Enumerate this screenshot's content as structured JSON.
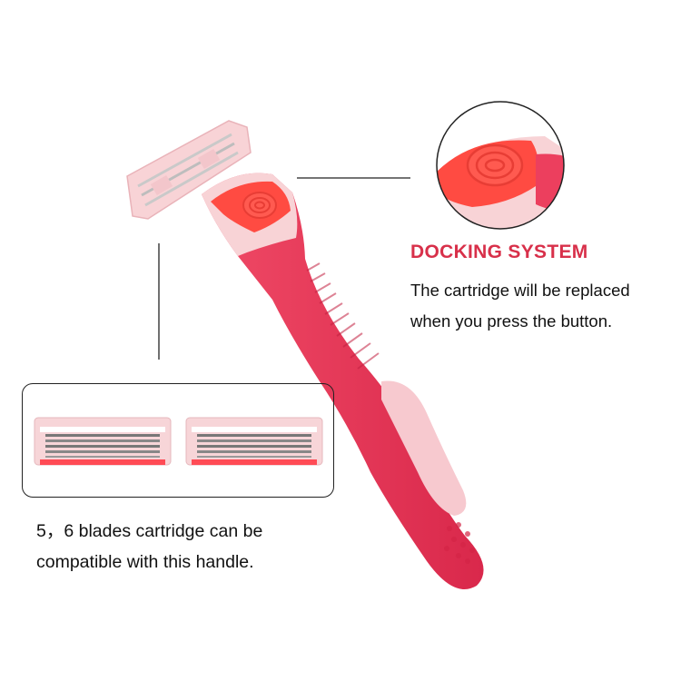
{
  "colors": {
    "accent": "#d8304a",
    "handle": "#ec3f5e",
    "grip": "#f7c9cf",
    "cartridge": "#f8d3d6",
    "button": "#ff4b42"
  },
  "callout_docking": {
    "title": "DOCKING SYSTEM",
    "line1": "The cartridge will be replaced",
    "line2": "when you press the button."
  },
  "callout_compat": {
    "line1": "5，6 blades cartridge can be",
    "line2": "compatible with this handle."
  }
}
